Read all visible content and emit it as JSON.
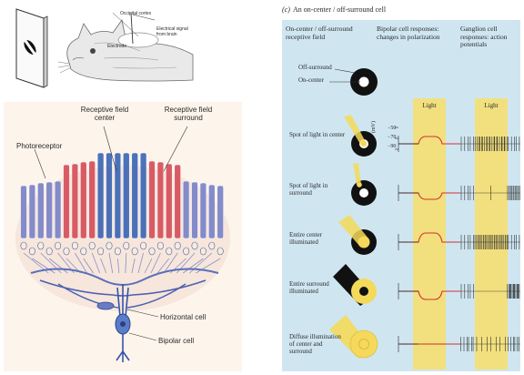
{
  "cat_panel": {
    "label_cortex": "Occipital cortex",
    "label_signal": "Electrical signal from brain",
    "label_electrode": "Electrode"
  },
  "retina_panel": {
    "label_rf_center": "Receptive field center",
    "label_rf_surround": "Receptive field surround",
    "label_photoreceptor": "Photoreceptor",
    "label_horizontal": "Horizontal cell",
    "label_bipolar": "Bipolar cell"
  },
  "right_panel": {
    "panel_letter": "(c)",
    "panel_title": "An on-center / off-surround cell",
    "col1_header": "On-center / off-surround receptive field",
    "col2_header": "Bipolar cell responses: changes in polarization",
    "col3_header": "Ganglion cell responses: action potentials",
    "label_off_surround": "Off-surround",
    "label_on_center": "On-center",
    "light_label_bipolar": "Light",
    "light_label_ganglion": "Light",
    "axis_unit": "(mV)",
    "axis_ticks": [
      "−50",
      "−70",
      "−90"
    ],
    "rows": [
      {
        "label": "Spot of light in center"
      },
      {
        "label": "Spot of light in surround"
      },
      {
        "label": "Entire center illuminated"
      },
      {
        "label": "Entire surround illuminated"
      },
      {
        "label": "Diffuse illumination of center and surround"
      }
    ]
  },
  "colors": {
    "panel_bg": "#cfe6f1",
    "light_band": "#f2e07e",
    "trace_red": "#d4302a",
    "center_cells": "#3d67b4",
    "surround_cells": "#d6505a",
    "outer_cells": "#7b84c8",
    "stimulus_yellow": "#f4d95a"
  }
}
